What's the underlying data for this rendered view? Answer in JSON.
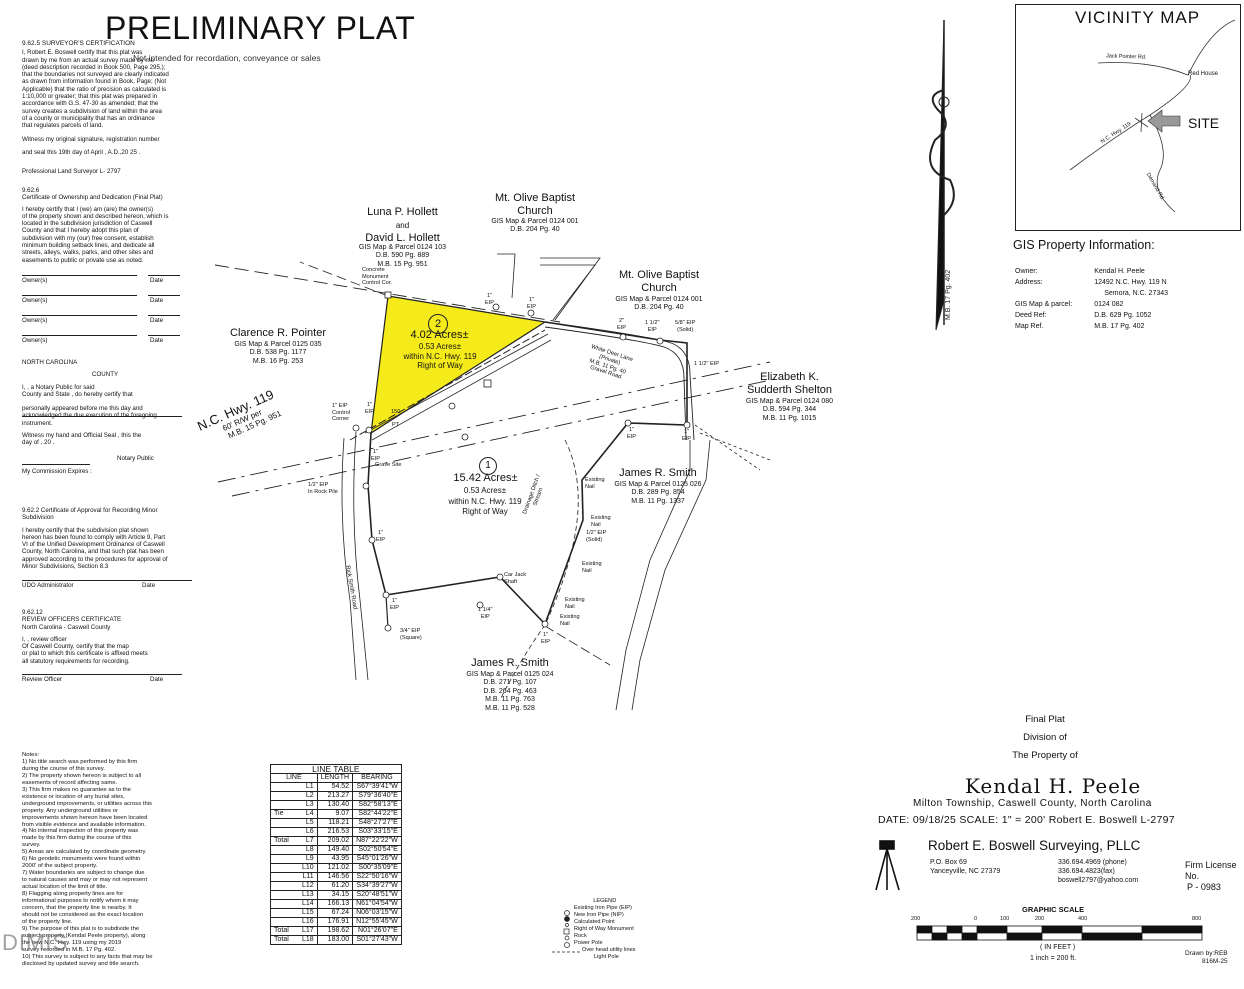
{
  "title": "PRELIMINARY PLAT",
  "subtitle": "Not intended for recordation, conveyance or sales",
  "surveyor_cert": {
    "heading": "9.62.5 SURVEYOR'S CERTIFICATION",
    "lines": [
      "I, Robert E. Boswell           certify that this plat was",
      "drawn by me from an actual survey made by me",
      "(deed description recorded in Book 500, Page 295,);",
      "that the boundaries not surveyed are clearly indicated",
      "as drawn from information found in Book, Page; (Not",
      "Applicable) that the ratio of precision as calculated is",
      "1:10,000 or greater; that this plat was prepared in",
      "accordance with G.S. 47-30 as amended; that the",
      "survey creates a subdivision of land within the area",
      "of a county or municipality that has an ordinance",
      "that regulates parcels of land."
    ],
    "witness": "Witness my original signature, registration number",
    "seal": "and seal this 19th day of  April         , A.D.,20 25 .",
    "pls": "Professional Land Surveyor  L- 2797"
  },
  "ownership_cert": {
    "heading1": "9.62.6",
    "heading2": "Certificate of Ownership and Dedication (Final Plat)",
    "lines": [
      "I hereby certify that I (we) am (are) the owner(s)",
      "of the property shown and described hereon, which is",
      "located in the subdivision jurisdiction of Caswell",
      "County and that I hereby adopt this plan of",
      "subdivision with my (our) free consent, establish",
      "minimum building setback lines, and dedicate all",
      "streets, alleys, walks, parks, and other sites and",
      "easements to public or private use as noted."
    ],
    "owner_label": "Owner(s)",
    "date_label": "Date"
  },
  "notary": {
    "state": "NORTH CAROLINA",
    "county": "COUNTY",
    "lines": [
      "I,                                 , a Notary Public for said",
      "County and State , do hereby certify that",
      "",
      "personally appeared before me this day and",
      "acknowledged the due execution of the foregoing",
      "instrument."
    ],
    "witness": "Witness my hand and Official Seal , this the",
    "day": "          day of                      , 20          .",
    "public": "Notary Public",
    "expires": "My Commission Expires :"
  },
  "approval_cert": {
    "heading": "9.62.2 Certificate of Approval for Recording Minor Subdivision",
    "lines": [
      "I hereby certify that the subdivision plat shown",
      "hereon has been found to comply with Article 9, Part",
      "VI of the Unified Development Ordinance of Caswell",
      "County, North Carolina, and that such plat has been",
      "approved according to the procedures for approval of",
      "Minor Subdivisions, Section 8.3"
    ],
    "admin": "UDO Administrator",
    "date": "Date"
  },
  "review_cert": {
    "heading1": "9.62.12",
    "heading2": "REVIEW OFFICERS CERTIFICATE",
    "heading3": "North Carolina - Caswell County",
    "lines": [
      "I,                                             , review officer",
      "Of Caswell County, certify that the map",
      "or plat to which this certificate is affixed meets",
      "all statutory requirements for recording."
    ],
    "officer": "Review Officer",
    "date": "Date"
  },
  "notes": {
    "heading": "Notes:",
    "lines": [
      "1) No title search was performed by this firm",
      "during the course of this survey.",
      "2) The property shown hereon is subject to all",
      "easements of record affecting same.",
      "3) This firm makes no guarantee as to the",
      "existence or location of any burial sites,",
      "underground improvements, or utilities across this",
      "property. Any underground utilities or",
      "improvements shown hereon have been located",
      "from visible evidence and available information.",
      "4) No internal inspection of this property was",
      "made by this firm during the course of this",
      "survey.",
      "5) Areas are calculated by coordinate geometry.",
      "6) No geodetic monuments were found within",
      "2000' of the subject property.",
      "7) Water boundaries are subject to change due",
      "to natural causes and may or may not represent",
      "actual location of the limit of title.",
      "8) Flagging along property lines are for",
      "informational purposes  to notify whom it may",
      "concern, that the property line is nearby. It",
      "should not be considered as the exact location",
      "of the property line.",
      "9) The purpose of this plat is to subdivide the",
      "subject property (Kendal Peele property), along",
      "the new N.C. Hwy. 119 using my 2019",
      "survey recorded in M.B. 17 Pg. 402.",
      "10) This survey is subject to any facts that may be",
      "disclosed by updated survey and title search."
    ]
  },
  "vicinity": {
    "title": "VICINITY MAP",
    "road1": "Jack Pointer Rd.",
    "place": "Red House",
    "road2": "N.C. Hwy. 119",
    "road3": "Demand Rd.",
    "site": "SITE"
  },
  "north_arrow_ref": "M.B. 17 Pg. 402",
  "gis": {
    "title": "GIS Property Information:",
    "rows": [
      {
        "k": "Owner:",
        "v": "Kendal H. Peele"
      },
      {
        "k": "Address:",
        "v": "12492 N.C. Hwy. 119 N"
      },
      {
        "k": "",
        "v": "Semora, N.C. 27343"
      },
      {
        "k": "GIS Map & parcel:",
        "v": "0124 082"
      },
      {
        "k": "Deed Ref:",
        "v": "D.B. 629 Pg. 1052"
      },
      {
        "k": "Map Ref.",
        "v": "M.B. 17 Pg. 402"
      }
    ]
  },
  "parcels": {
    "hollett": {
      "name1": "Luna P. Hollett",
      "name2": "and",
      "name3": "David L. Hollett",
      "gis": "GIS Map & Parcel 0124 103",
      "db": "D.B. 590 Pg. 889",
      "mb": "M.B. 15 Pg. 951"
    },
    "church1": {
      "name1": "Mt. Olive Baptist",
      "name2": "Church",
      "gis": "GIS Map & Parcel 0124 001",
      "db": "D.B. 204 Pg. 40"
    },
    "church2": {
      "name1": "Mt. Olive Baptist",
      "name2": "Church",
      "gis": "GIS Map & Parcel 0124 001",
      "db": "D.B. 204 Pg. 40"
    },
    "pointer": {
      "name": "Clarence R. Pointer",
      "gis": "GIS Map & Parcel 0125 035",
      "db": "D.B. 538 Pg. 1177",
      "mb": "M.B. 16 Pg. 253"
    },
    "shelton": {
      "name1": "Elizabeth K.",
      "name2": "Sudderth Shelton",
      "gis": "GIS Map & Parcel 0124 080",
      "db": "D.B. 594 Pg. 344",
      "mb": "M.B. 11 Pg. 1015"
    },
    "smith1": {
      "name": "James R. Smith",
      "gis": "GIS Map & Parcel 0125 026",
      "db": "D.B. 289 Pg. 854",
      "mb": "M.B. 11 Pg. 1337"
    },
    "smith2": {
      "name": "James R. Smith",
      "gis": "GIS Map & Parcel 0125 024",
      "db1": "D.B. 271 Pg. 107",
      "db2": "D.B. 264 Pg. 463",
      "mb1": "M.B. 11 Pg. 763",
      "mb2": "M.B. 11 Pg. 528"
    },
    "tract2": {
      "num": "2",
      "acres": "4.02 Acres±",
      "row1": "0.53 Acres±",
      "row2": "within N.C. Hwy. 119",
      "row3": "Right of Way"
    },
    "tract1": {
      "num": "1",
      "acres": "15.42 Acres±",
      "row1": "0.53 Acres±",
      "row2": "within N.C. Hwy. 119",
      "row3": "Right of Way"
    }
  },
  "highway": {
    "name": "N.C. Hwy. 119",
    "rw": "60' R/W per",
    "mb": "M.B. 15 Pg. 951"
  },
  "white_deer": {
    "l1": "White Deer Lane",
    "l2": "(Private)",
    "l3": "M.B. 11 Pg. 40",
    "l4": "Gravel Road"
  },
  "rick_smith_road": "Rick Smith Road",
  "drainage": {
    "l1": "Drainage Ditch /",
    "l2": "Stream"
  },
  "markers": {
    "concrete": {
      "l1": "Concrete",
      "l2": "Monument",
      "l3": "Control Cor."
    },
    "eip1": {
      "l1": "1\"",
      "l2": "EIP"
    },
    "eip2": {
      "l1": "1\"",
      "l2": "EIP"
    },
    "eip3": {
      "l1": "2\"",
      "l2": "EIP"
    },
    "eip4": {
      "l1": "1 1/2\"",
      "l2": "EIP"
    },
    "eip5": {
      "l1": "5/8\" EIP",
      "l2": "(Solid)"
    },
    "eip6": "1 1/2\" EIP",
    "control": {
      "l1": "1\" EIP",
      "l2": "Control",
      "l3": "Corner"
    },
    "eip7": {
      "l1": "1/2\" EIP",
      "l2": "In Rock Pile"
    },
    "grave": "Grave Site",
    "eip8": {
      "l1": "1\"",
      "l2": "EIP"
    },
    "eip9": {
      "l1": "1\"",
      "l2": "EIP"
    },
    "nail1": {
      "l1": "Existing",
      "l2": "Nail"
    },
    "nail2": {
      "l1": "Existing",
      "l2": "Nail"
    },
    "eip10": {
      "l1": "1/2\" EIP",
      "l2": "(Solid)"
    },
    "nail3": {
      "l1": "Existing",
      "l2": "Nail"
    },
    "nail4": {
      "l1": "Existing",
      "l2": "Nail"
    },
    "nail5": {
      "l1": "Existing",
      "l2": "Nail"
    },
    "eip11": {
      "l1": "1\"",
      "l2": "EIP"
    },
    "carjack": {
      "l1": "Car Jack",
      "l2": "Shaft"
    },
    "eip12": {
      "l1": "1 1/4\"",
      "l2": "EIP"
    },
    "eip13": {
      "l1": "1\"",
      "l2": "EIP"
    },
    "eip14": {
      "l1": "1\"",
      "l2": "EIP"
    },
    "eip15": {
      "l1": "3/4\" EIP",
      "l2": "(Square)"
    },
    "eip16": {
      "l1": "1\"",
      "l2": "EIP"
    },
    "eip17": {
      "l1": "1\"",
      "l2": "EIP"
    },
    "pt150": "150",
    "pt_pt": "PT"
  },
  "line_table": {
    "caption": "LINE TABLE",
    "headers": [
      "LINE",
      "LENGTH",
      "BEARING"
    ],
    "rows": [
      {
        "pre": "",
        "line": "L1",
        "len": "54.52",
        "brg": "S67°39'41\"W"
      },
      {
        "pre": "",
        "line": "L2",
        "len": "213.27",
        "brg": "S79°36'40\"E"
      },
      {
        "pre": "",
        "line": "L3",
        "len": "130.40",
        "brg": "S82°58'13\"E"
      },
      {
        "pre": "Tie",
        "line": "L4",
        "len": "9.07",
        "brg": "S82°44'22\"E"
      },
      {
        "pre": "",
        "line": "L5",
        "len": "118.21",
        "brg": "S48°27'27\"E"
      },
      {
        "pre": "",
        "line": "L6",
        "len": "216.53",
        "brg": "S03°33'15\"E"
      },
      {
        "pre": "Total",
        "line": "L7",
        "len": "209.02",
        "brg": "N87°22'22\"W"
      },
      {
        "pre": "",
        "line": "L8",
        "len": "149.40",
        "brg": "S02°50'54\"E"
      },
      {
        "pre": "",
        "line": "L9",
        "len": "43.95",
        "brg": "S45°01'26\"W"
      },
      {
        "pre": "",
        "line": "L10",
        "len": "121.02",
        "brg": "S00°35'09\"E"
      },
      {
        "pre": "",
        "line": "L11",
        "len": "146.56",
        "brg": "S22°50'16\"W"
      },
      {
        "pre": "",
        "line": "L12",
        "len": "61.20",
        "brg": "S34°39'27\"W"
      },
      {
        "pre": "",
        "line": "L13",
        "len": "34.15",
        "brg": "S20°48'51\"W"
      },
      {
        "pre": "",
        "line": "L14",
        "len": "166.13",
        "brg": "N61°04'54\"W"
      },
      {
        "pre": "",
        "line": "L15",
        "len": "67.24",
        "brg": "N06°03'15\"W"
      },
      {
        "pre": "",
        "line": "L16",
        "len": "176.91",
        "brg": "N12°55'45\"W"
      },
      {
        "pre": "Total",
        "line": "L17",
        "len": "198.62",
        "brg": "N01°26'07\"E"
      },
      {
        "pre": "Total",
        "line": "L18",
        "len": "183.00",
        "brg": "S01°27'43\"W"
      }
    ]
  },
  "legend": {
    "title": "LEGEND",
    "items": [
      "Existing Iron Pipe (EIP)",
      "New Iron Pipe (NIP)",
      "Calculated Point",
      "Right of Way Monument",
      "Rock",
      "Power Pole",
      "Over head utility lines",
      "Light Pole"
    ]
  },
  "title_block": {
    "l1": "Final Plat",
    "l2": "Division of",
    "l3": "The Property of",
    "owner": "Kendal  H.  Peele",
    "location": "Milton Township, Caswell County, North Carolina",
    "date_line": "DATE:  09/18/25  SCALE:  1\" = 200'     Robert E. Boswell L-2797",
    "firm": "Robert E. Boswell Surveying, PLLC",
    "addr1": "P.O. Box 69",
    "addr2": "Yanceyville, NC 27379",
    "phone1": "336.694.4969 (phone)",
    "phone2": "336.694.4823(fax)",
    "email": "boswell2797@yahoo.com",
    "lic1": "Firm License No.",
    "lic2": "P - 0983",
    "drawn1": "Drawn by:REB",
    "drawn2": "816M-25"
  },
  "graphic_scale": {
    "title": "GRAPHIC SCALE",
    "ticks": [
      "200",
      "0",
      "100",
      "200",
      "400",
      "800"
    ],
    "unit": "( IN FEET )",
    "ratio": "1 inch = 200 ft."
  },
  "watermark": "DIMIS"
}
